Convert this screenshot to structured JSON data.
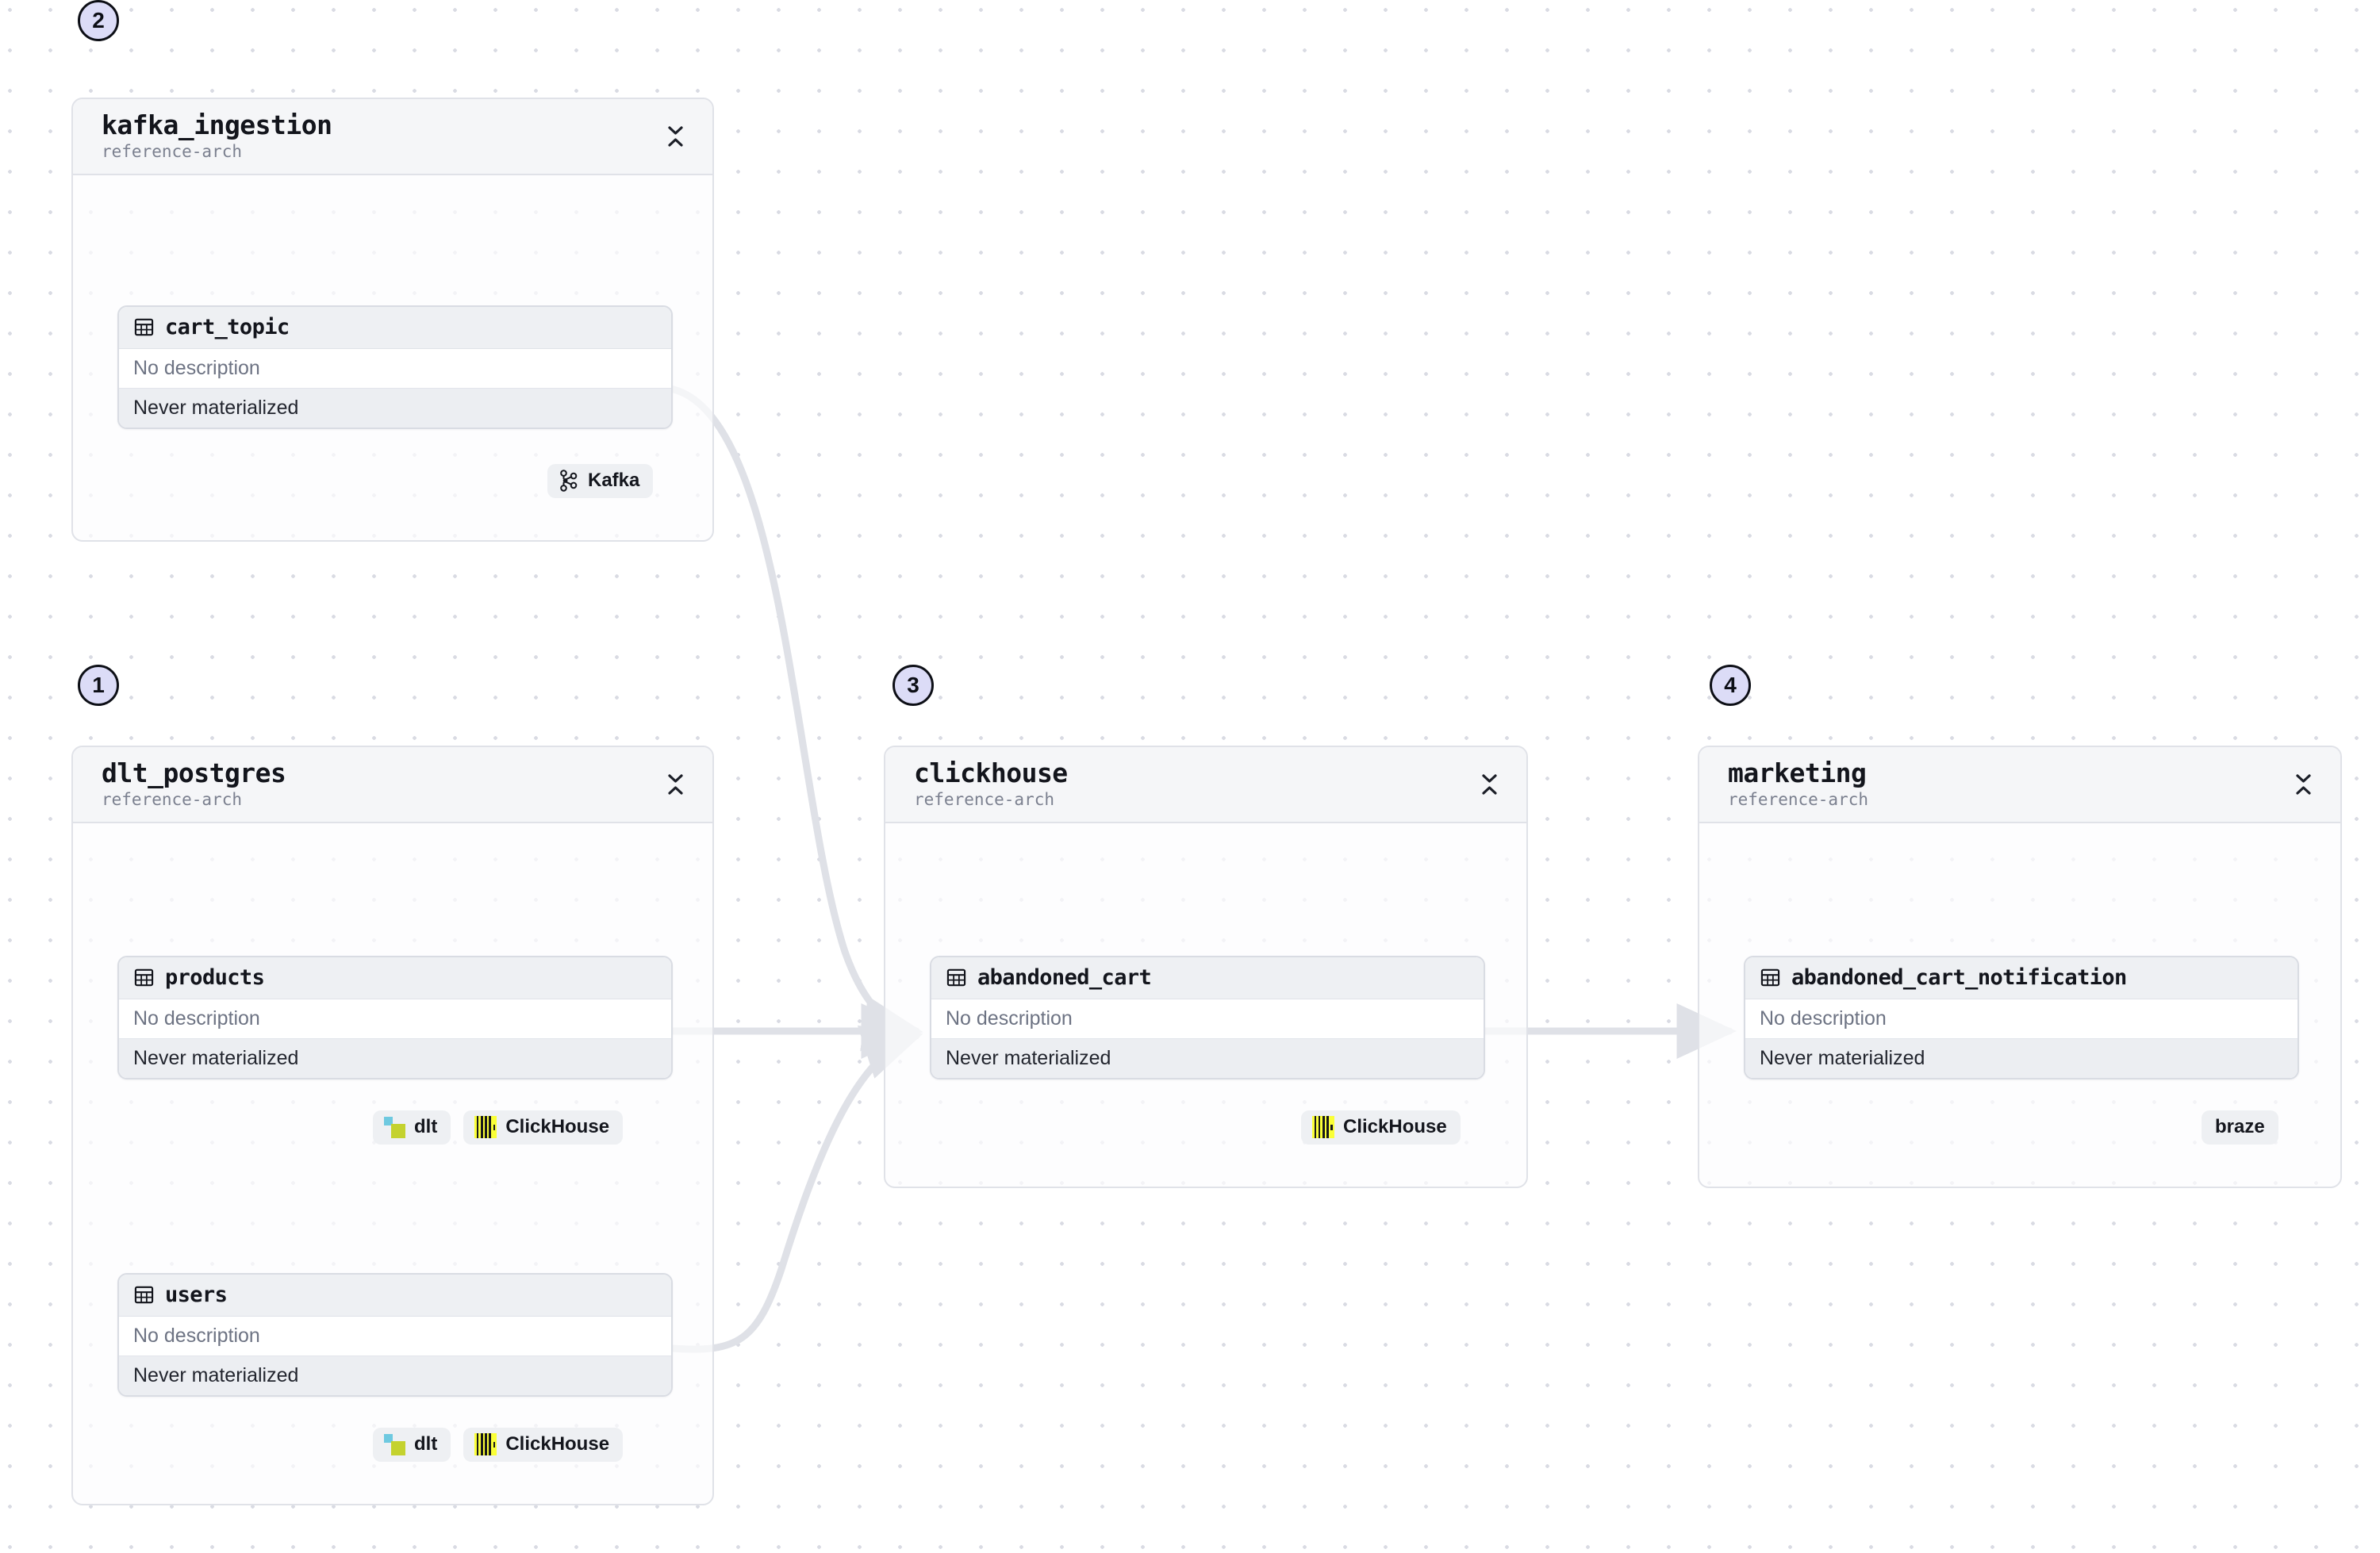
{
  "canvas": {
    "background": "#ffffff",
    "grid_dot_color": "#d9dbe3",
    "edge_color": "#dfe1e7",
    "badge_fill": "#dcdcf7",
    "badge_border": "#0d0f16"
  },
  "groups": [
    {
      "id": "kafka_ingestion",
      "step": "2",
      "title": "kafka_ingestion",
      "subtitle": "reference-arch",
      "collapse_icon": "collapse-vertical-icon",
      "nodes": [
        {
          "id": "cart_topic",
          "icon": "table-icon",
          "name": "cart_topic",
          "description": "No description",
          "materialization": "Never materialized",
          "chips": [
            {
              "label": "Kafka",
              "icon": "kafka-logo-icon"
            }
          ]
        }
      ]
    },
    {
      "id": "dlt_postgres",
      "step": "1",
      "title": "dlt_postgres",
      "subtitle": "reference-arch",
      "collapse_icon": "collapse-vertical-icon",
      "nodes": [
        {
          "id": "products",
          "icon": "table-icon",
          "name": "products",
          "description": "No description",
          "materialization": "Never materialized",
          "chips": [
            {
              "label": "dlt",
              "icon": "dlt-logo-icon"
            },
            {
              "label": "ClickHouse",
              "icon": "clickhouse-logo-icon"
            }
          ]
        },
        {
          "id": "users",
          "icon": "table-icon",
          "name": "users",
          "description": "No description",
          "materialization": "Never materialized",
          "chips": [
            {
              "label": "dlt",
              "icon": "dlt-logo-icon"
            },
            {
              "label": "ClickHouse",
              "icon": "clickhouse-logo-icon"
            }
          ]
        }
      ]
    },
    {
      "id": "clickhouse",
      "step": "3",
      "title": "clickhouse",
      "subtitle": "reference-arch",
      "collapse_icon": "collapse-vertical-icon",
      "nodes": [
        {
          "id": "abandoned_cart",
          "icon": "table-icon",
          "name": "abandoned_cart",
          "description": "No description",
          "materialization": "Never materialized",
          "chips": [
            {
              "label": "ClickHouse",
              "icon": "clickhouse-logo-icon"
            }
          ]
        }
      ]
    },
    {
      "id": "marketing",
      "step": "4",
      "title": "marketing",
      "subtitle": "reference-arch",
      "collapse_icon": "collapse-vertical-icon",
      "nodes": [
        {
          "id": "abandoned_cart_notification",
          "icon": "table-icon",
          "name": "abandoned_cart_notification",
          "description": "No description",
          "materialization": "Never materialized",
          "chips": [
            {
              "label": "braze",
              "icon": null
            }
          ]
        }
      ]
    }
  ],
  "edges": [
    {
      "from": "cart_topic",
      "to": "abandoned_cart"
    },
    {
      "from": "products",
      "to": "abandoned_cart"
    },
    {
      "from": "users",
      "to": "abandoned_cart"
    },
    {
      "from": "abandoned_cart",
      "to": "abandoned_cart_notification"
    }
  ]
}
